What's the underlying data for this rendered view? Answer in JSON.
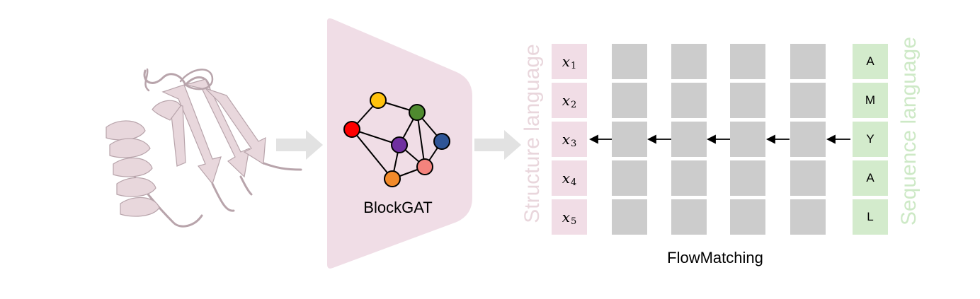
{
  "encoder": {
    "label": "BlockGAT"
  },
  "decoder": {
    "label": "FlowMatching"
  },
  "structure": {
    "label": "Structure language",
    "tokens": [
      {
        "base": "x",
        "sub": "1"
      },
      {
        "base": "x",
        "sub": "2"
      },
      {
        "base": "x",
        "sub": "3"
      },
      {
        "base": "x",
        "sub": "4"
      },
      {
        "base": "x",
        "sub": "5"
      }
    ]
  },
  "sequence": {
    "label": "Sequence language",
    "tokens": [
      "A",
      "M",
      "Y",
      "A",
      "L"
    ]
  },
  "graph": {
    "node_colors": [
      "#ffc20e",
      "#ff0000",
      "#4f8a2f",
      "#7030a0",
      "#2f5597",
      "#f4837d",
      "#f28a2a"
    ]
  },
  "colors": {
    "structure_accent": "#f1dde6",
    "sequence_accent": "#d3ebcc",
    "encoder_fill": "#f0dde6",
    "flow_block": "#cccccc",
    "protein": "#e8d7dc"
  }
}
